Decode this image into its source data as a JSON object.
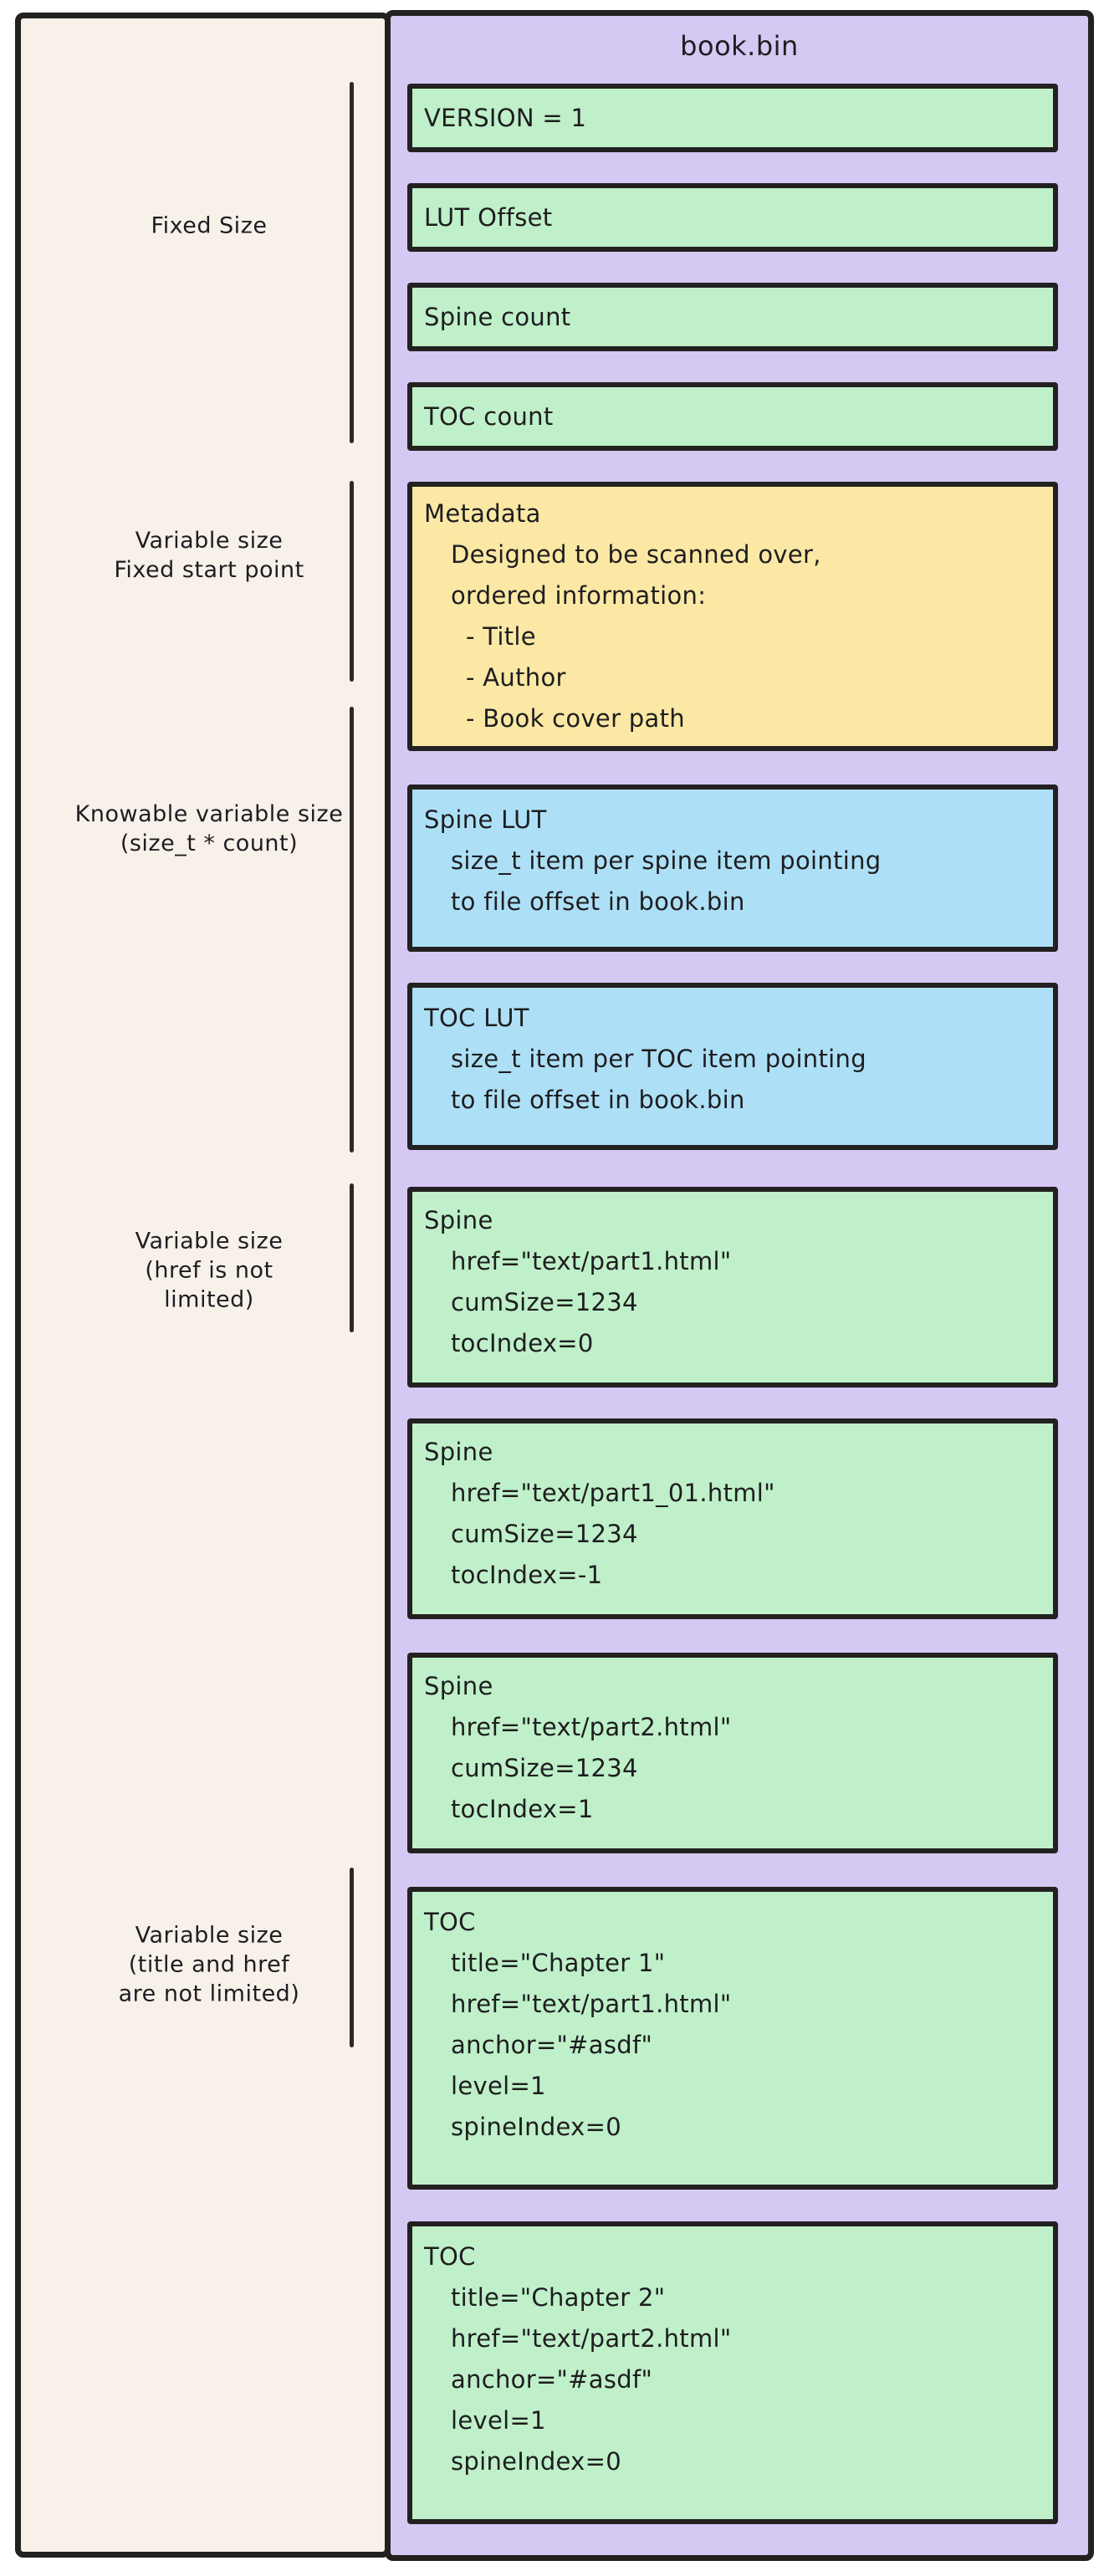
{
  "palette": {
    "left_panel_bg": "#f7f1ea",
    "file_panel_bg": "#d5c8f3",
    "field_green": "#bff0c9",
    "metadata_yellow": "#fbe8a4",
    "lut_blue": "#ade0f6",
    "stroke": "#22211f"
  },
  "file_panel": {
    "title": "book.bin"
  },
  "side_labels": [
    {
      "lines": [
        "Fixed Size"
      ]
    },
    {
      "lines": [
        "Variable size",
        "Fixed start point"
      ]
    },
    {
      "lines": [
        "Knowable variable size",
        "(size_t * count)"
      ]
    },
    {
      "lines": [
        "Variable size",
        "(href is not",
        "limited)"
      ]
    },
    {
      "lines": [
        "Variable size",
        "(title and href",
        "are not limited)"
      ]
    }
  ],
  "header_fields": [
    {
      "label": "VERSION = 1"
    },
    {
      "label": "LUT Offset"
    },
    {
      "label": "Spine count"
    },
    {
      "label": "TOC count"
    }
  ],
  "metadata": {
    "title": "Metadata",
    "body": [
      "Designed to be scanned over,",
      "ordered information:"
    ],
    "list": [
      "- Title",
      "- Author",
      "- Book cover path"
    ]
  },
  "luts": [
    {
      "title": "Spine LUT",
      "body": [
        "size_t item per spine item pointing",
        "to file offset in book.bin"
      ]
    },
    {
      "title": "TOC LUT",
      "body": [
        "size_t item per TOC item pointing",
        "to file offset in book.bin"
      ]
    }
  ],
  "spine_entries": [
    {
      "title": "Spine",
      "fields": [
        "href=\"text/part1.html\"",
        "cumSize=1234",
        "tocIndex=0"
      ]
    },
    {
      "title": "Spine",
      "fields": [
        "href=\"text/part1_01.html\"",
        "cumSize=1234",
        "tocIndex=-1"
      ]
    },
    {
      "title": "Spine",
      "fields": [
        "href=\"text/part2.html\"",
        "cumSize=1234",
        "tocIndex=1"
      ]
    }
  ],
  "toc_entries": [
    {
      "title": "TOC",
      "fields": [
        "title=\"Chapter 1\"",
        "href=\"text/part1.html\"",
        "anchor=\"#asdf\"",
        "level=1",
        "spineIndex=0"
      ]
    },
    {
      "title": "TOC",
      "fields": [
        "title=\"Chapter 2\"",
        "href=\"text/part2.html\"",
        "anchor=\"#asdf\"",
        "level=1",
        "spineIndex=0"
      ]
    }
  ]
}
